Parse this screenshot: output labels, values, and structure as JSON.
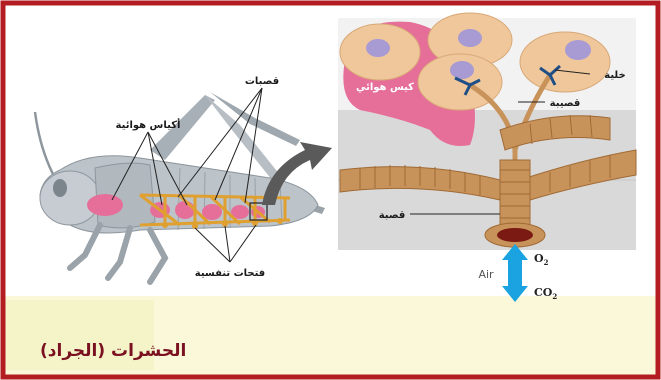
{
  "colors": {
    "frame": "#b31d22",
    "background": "#ffffff",
    "caption_band": "#fbf7d9",
    "caption_text": "#7a1020",
    "trachea": "#c8935a",
    "air_sac": "#e66f9a",
    "cell": "#f0c79b",
    "arrow": "#1aa3e0",
    "insect_body": "#bcc3c9"
  },
  "labels": {
    "tracheae": "قصبات",
    "air_sacs": "أكياس هوائية",
    "spiracles": "فتحات تنفسية",
    "air_sac_zoom": "كيس هوائي",
    "cell": "خلية",
    "tracheole": "قصيبة",
    "trachea": "قصبة",
    "air": "Air",
    "o2": "O",
    "o2_sub": "2",
    "co2": "CO",
    "co2_sub": "2"
  },
  "caption": "الحشرات (الجراد)"
}
